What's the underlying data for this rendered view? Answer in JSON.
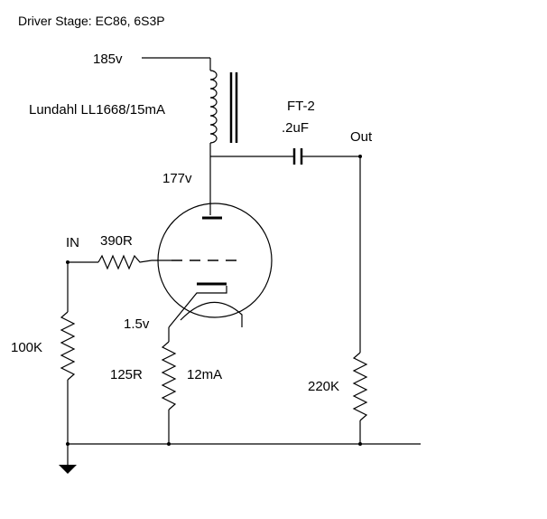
{
  "title": "Driver Stage:  EC86, 6S3P",
  "labels": {
    "supply_voltage": "185v",
    "transformer": "Lundahl LL1668/15mA",
    "capacitor_type": "FT-2",
    "capacitor_value": ".2uF",
    "output": "Out",
    "plate_voltage": "177v",
    "input": "IN",
    "grid_resistor": "390R",
    "cathode_voltage": "1.5v",
    "grid_leak": "100K",
    "cathode_resistor": "125R",
    "cathode_current": "12mA",
    "output_resistor": "220K"
  }
}
